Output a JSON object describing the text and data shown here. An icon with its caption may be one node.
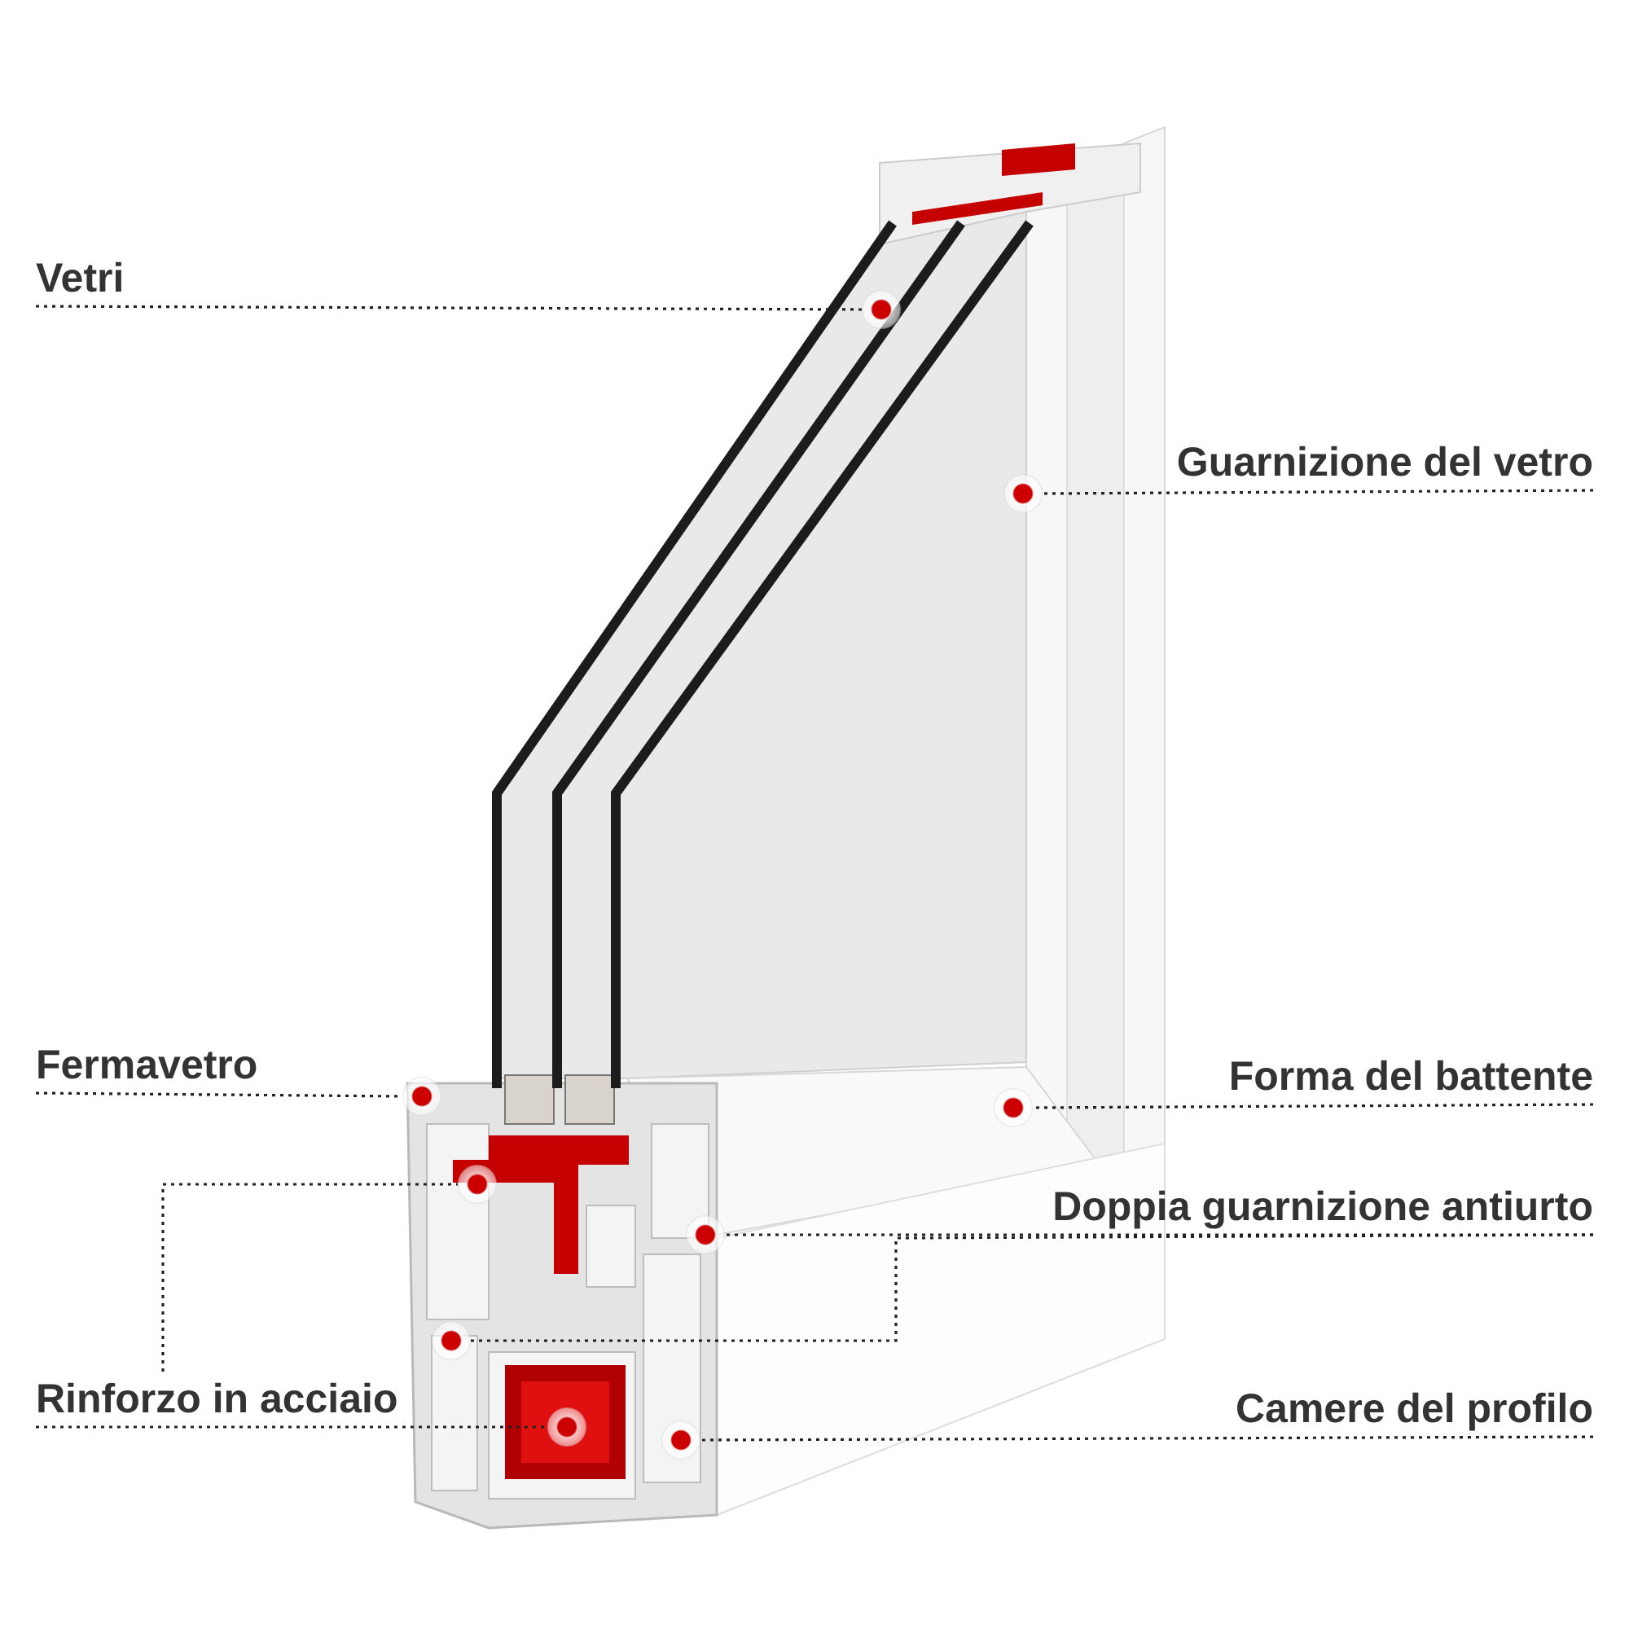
{
  "diagram": {
    "nodes": [
      {
        "text": [
          "Vetri"
        ]
      },
      {
        "text": [],
        "shape": "circle"
      },
      {
        "text": [
          "Guarnizione del vetro"
        ]
      },
      {
        "text": [],
        "shape": "circle"
      },
      {
        "text": [
          "Fermavetro"
        ]
      },
      {
        "text": [],
        "shape": "circle"
      },
      {
        "text": [
          "Forma del battente"
        ]
      },
      {
        "text": [],
        "shape": "circle"
      },
      {
        "text": [
          "Doppia guarnizione antiurto"
        ]
      },
      {
        "text": [],
        "shape": "circle"
      },
      {
        "text": [],
        "shape": "circle"
      },
      {
        "text": [
          "Rinforzo in acciaio"
        ]
      },
      {
        "text": [],
        "shape": "circle"
      },
      {
        "text": [],
        "shape": "circle"
      },
      {
        "text": [
          "Camere del profilo"
        ]
      },
      {
        "text": [],
        "shape": "circle"
      }
    ],
    "edges": [
      {
        "from": 0,
        "to": 1,
        "arrow": "none"
      },
      {
        "from": 2,
        "to": 3,
        "arrow": "none"
      },
      {
        "from": 4,
        "to": 5,
        "arrow": "none"
      },
      {
        "from": 6,
        "to": 7,
        "arrow": "none"
      },
      {
        "from": 8,
        "to": 9,
        "arrow": "none"
      },
      {
        "from": 8,
        "to": 10,
        "arrow": "none"
      },
      {
        "from": 11,
        "to": 12,
        "arrow": "none"
      },
      {
        "from": 11,
        "to": 13,
        "arrow": "none"
      },
      {
        "from": 14,
        "to": 15,
        "arrow": "none"
      }
    ]
  }
}
